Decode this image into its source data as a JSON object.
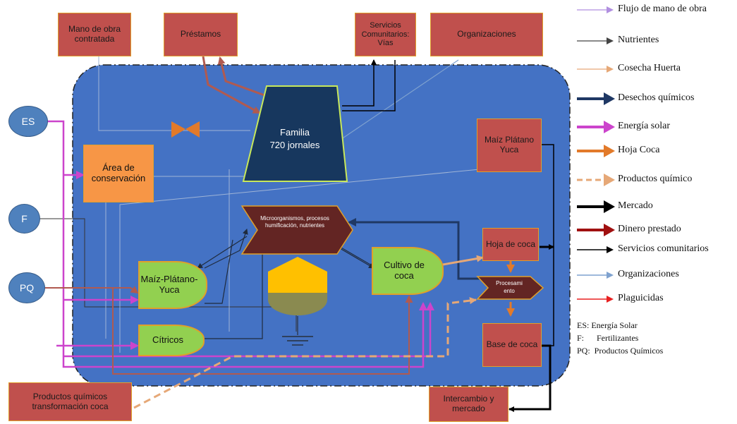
{
  "nodes": {
    "mano_obra": "Mano de obra contratada",
    "prestamos": "Préstamos",
    "servicios": "Servicios Comunitarios: Vías",
    "organizaciones": "Organizaciones",
    "familia_line1": "Familia",
    "familia_line2": "720 jornales",
    "area_conservacion": "Área de conservación",
    "maiz_platano_yuca_right": "Maíz Plátano Yuca",
    "maiz_platano_yuca_left": "Maíz-Plátano-Yuca",
    "citricos": "Cítricos",
    "cultivo_coca": "Cultivo de coca",
    "hoja_coca": "Hoja de coca",
    "procesamiento": "Procesamiento",
    "base_coca": "Base de coca",
    "microorganismos": "Microorganismos, procesos humificación, nutrientes",
    "productos_quimicos_transf": "Productos químicos transformación coca",
    "intercambio": "Intercambio y mercado",
    "source_es": "ES",
    "source_f": "F",
    "source_pq": "PQ"
  },
  "legend": [
    {
      "label": "Flujo de mano de obra",
      "color": "#b18fe0",
      "style": "thin"
    },
    {
      "label": "Nutrientes",
      "color": "#444444",
      "style": "thin"
    },
    {
      "label": "Cosecha Huerta",
      "color": "#e6a877",
      "style": "thin"
    },
    {
      "label": "Desechos químicos",
      "color": "#1f3864",
      "style": "thick"
    },
    {
      "label": "Energía solar",
      "color": "#cc44cc",
      "style": "thick"
    },
    {
      "label": "Hoja Coca",
      "color": "#e27a2a",
      "style": "thick"
    },
    {
      "label": "Productos químico",
      "color": "#e6a877",
      "style": "dashed"
    },
    {
      "label": "Mercado",
      "color": "#000000",
      "style": "thick"
    },
    {
      "label": "Dinero prestado",
      "color": "#a01010",
      "style": "thick"
    },
    {
      "label": "Servicios comunitarios",
      "color": "#000000",
      "style": "thin"
    },
    {
      "label": "Organizaciones",
      "color": "#7fa2cf",
      "style": "thin"
    },
    {
      "label": "Plaguicidas",
      "color": "#e82020",
      "style": "thin"
    }
  ],
  "abbreviations": [
    "ES: Energía Solar",
    "F:      Fertilizantes",
    "PQ:  Productos Químicos"
  ],
  "colors": {
    "system_bg": "#4472c4",
    "red_box": "#c0504d",
    "orange_box": "#f79646",
    "green_box": "#92d050",
    "dark_box": "#632523",
    "family_box": "#17375e"
  }
}
